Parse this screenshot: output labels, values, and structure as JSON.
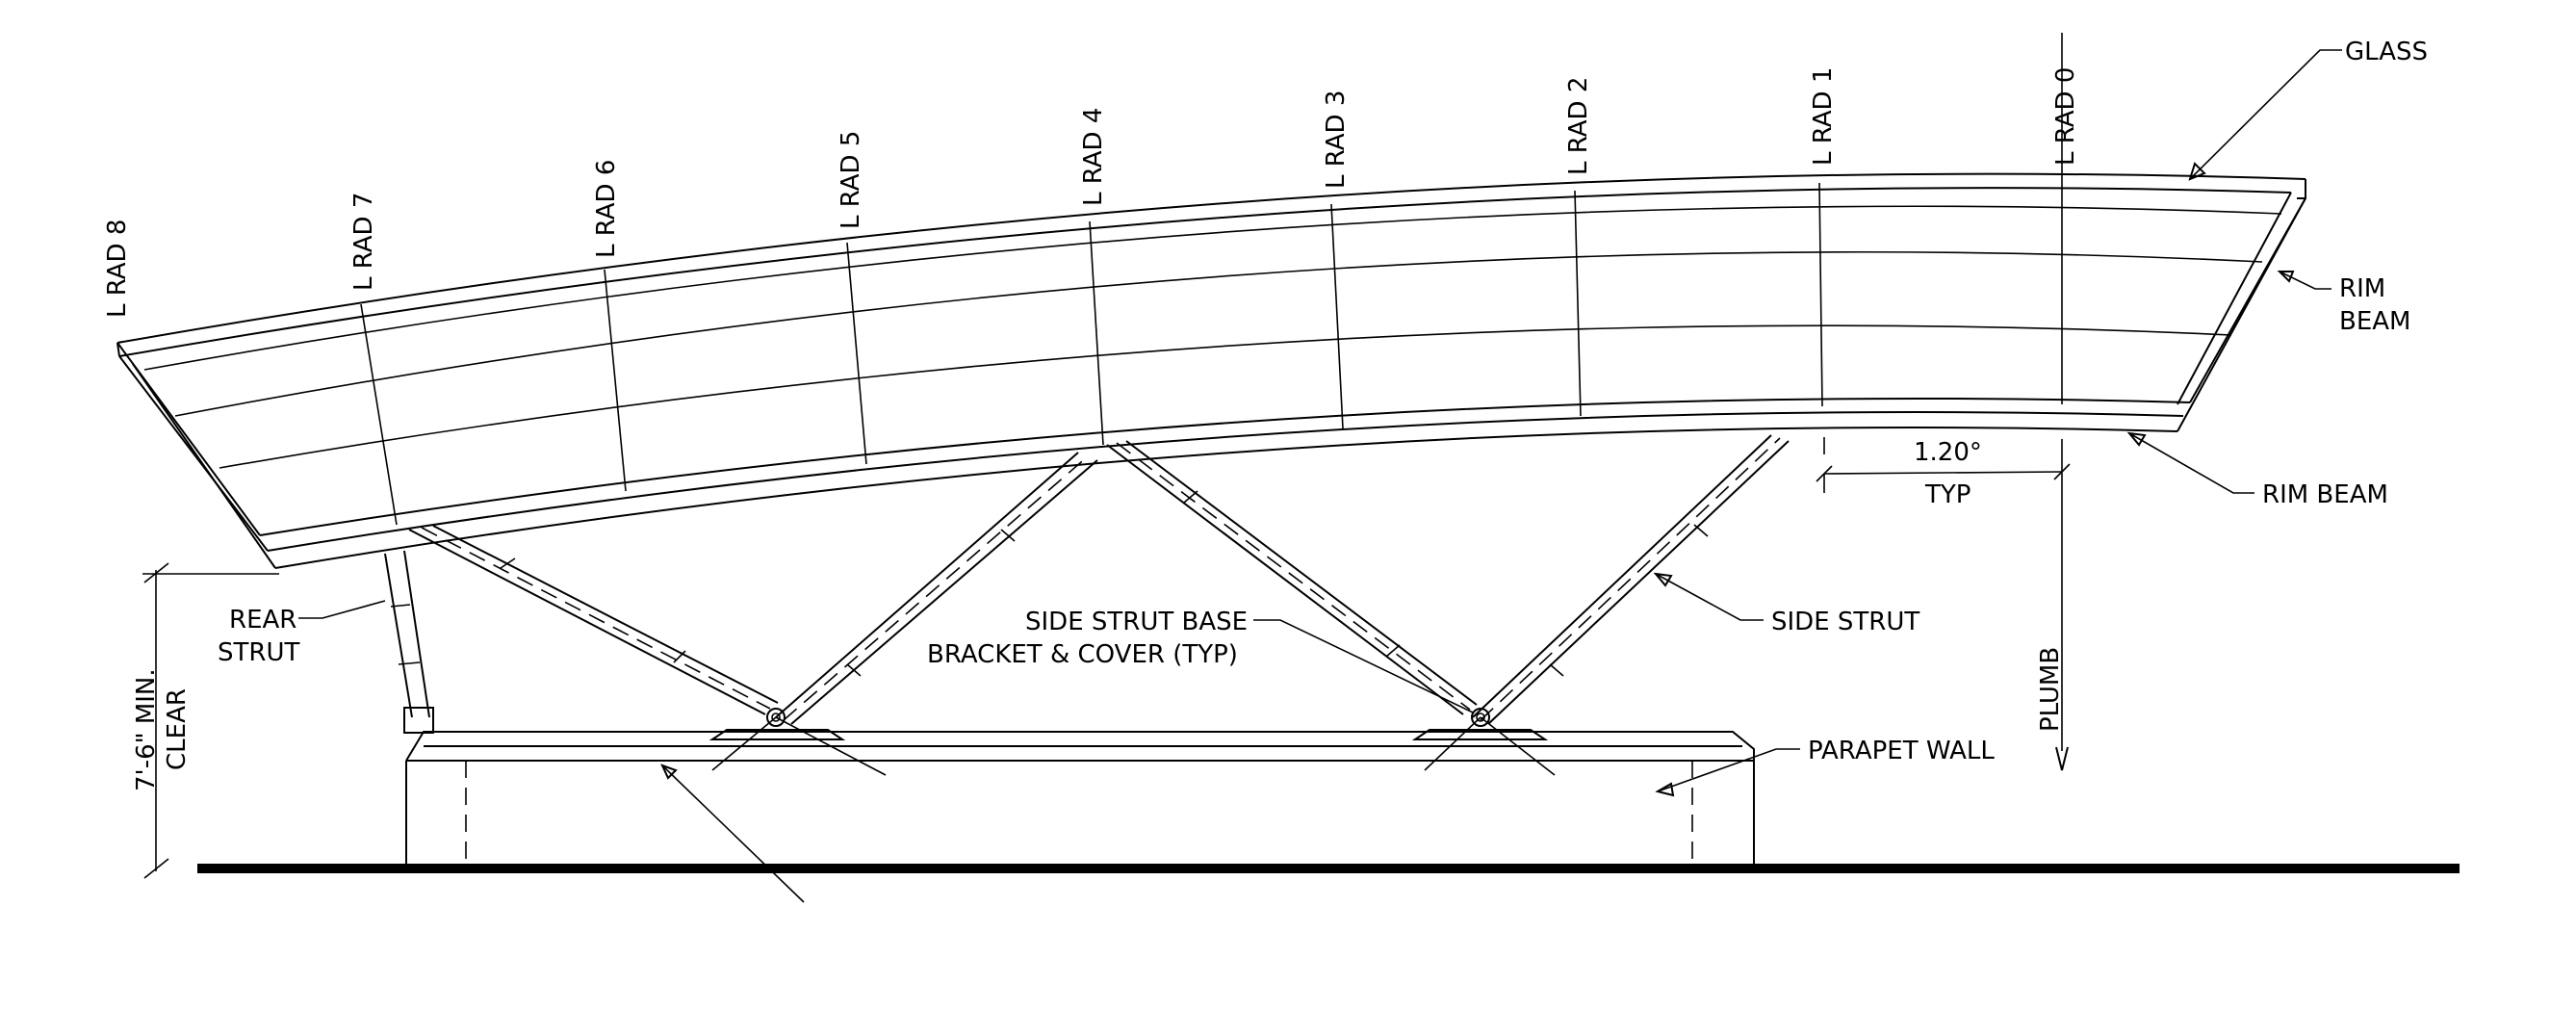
{
  "radials": [
    "RAD 8",
    "RAD 7",
    "RAD 6",
    "RAD 5",
    "RAD 4",
    "RAD 3",
    "RAD 2",
    "RAD 1",
    "RAD 0"
  ],
  "radial_prefix": "L",
  "labels": {
    "glass": "GLASS",
    "rim_beam_upper_1": "RIM",
    "rim_beam_upper_2": "BEAM",
    "rim_beam_lower": "RIM  BEAM",
    "dimension_value": "1.20°",
    "dimension_note": "TYP",
    "side_strut": "SIDE  STRUT",
    "bracket_1": "SIDE  STRUT  BASE",
    "bracket_2": "BRACKET  &  COVER  (TYP)",
    "rear_strut_1": "REAR",
    "rear_strut_2": "STRUT",
    "parapet_wall": "PARAPET  WALL",
    "plumb": "PLUMB",
    "clearance_1": "7'-6\" MIN.",
    "clearance_2": "CLEAR"
  },
  "colors": {
    "ink": "#000000",
    "paper": "#ffffff"
  }
}
